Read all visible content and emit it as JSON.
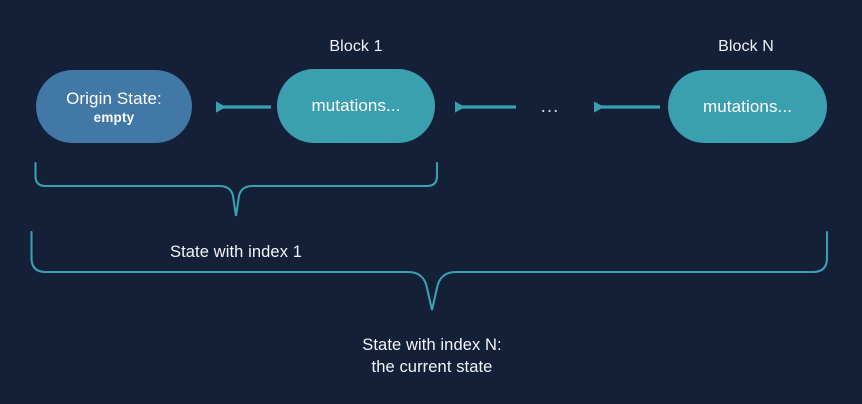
{
  "diagram": {
    "title": "Blockchain state chain diagram",
    "background_color": "#141f38",
    "accent_teal": "#3a9fae",
    "accent_blue": "#4178a5",
    "text_color": "#ffffff"
  },
  "captions": {
    "block1": "Block 1",
    "blockn": "Block N"
  },
  "nodes": {
    "origin": {
      "title": "Origin State:",
      "subtitle": "empty",
      "color": "#4178a5"
    },
    "block1": {
      "label": "mutations...",
      "color": "#3a9fae"
    },
    "blockn": {
      "label": "mutations...",
      "color": "#3a9fae"
    }
  },
  "ellipsis": "...",
  "braces": {
    "inner": {
      "label": "State with index 1"
    },
    "outer": {
      "label": "State with index N:\nthe current state"
    }
  }
}
